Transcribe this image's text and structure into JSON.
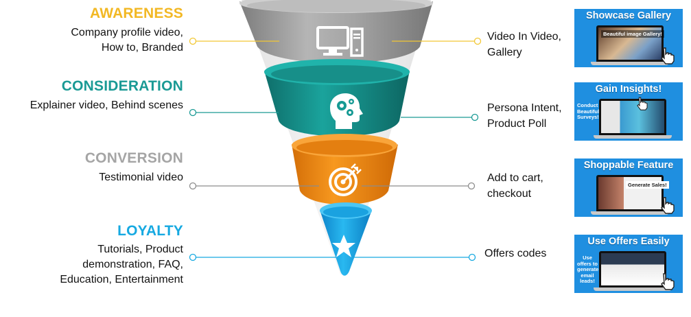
{
  "stages": [
    {
      "key": "awareness",
      "title": "AWARENESS",
      "title_color": "#f2b824",
      "left_text": [
        "Company profile video,",
        "How to,  Branded"
      ],
      "right_text": [
        "Video In Video,",
        "Gallery"
      ],
      "icon": "computer-icon",
      "funnel_color": "#a0a0a0",
      "line_color": "#f2c733",
      "card": {
        "title": "Showcase Gallery",
        "screen_caption": "Beautiful image Gallery!"
      }
    },
    {
      "key": "consideration",
      "title": "CONSIDERATION",
      "title_color": "#1a9a95",
      "left_text": [
        "Explainer video, Behind scenes"
      ],
      "right_text": [
        "Persona Intent,",
        "Product Poll"
      ],
      "icon": "head-gears-icon",
      "funnel_color": "#169a94",
      "line_color": "#1a9a95",
      "card": {
        "title": "Gain Insights!",
        "side_text": "Conduct Beautiful Surveys!"
      }
    },
    {
      "key": "conversion",
      "title": "CONVERSION",
      "title_color": "#a5a5a5",
      "left_text": [
        "Testimonial video"
      ],
      "right_text": [
        "Add to cart,",
        "checkout"
      ],
      "icon": "target-icon",
      "funnel_color": "#f28c1a",
      "line_color": "#8c8c8c",
      "card": {
        "title": "Shoppable Feature",
        "screen_caption": "Generate Sales!"
      }
    },
    {
      "key": "loyalty",
      "title": "LOYALTY",
      "title_color": "#16a9e1",
      "left_text": [
        "Tutorials, Product",
        "demonstration, FAQ,",
        "Education, Entertainment"
      ],
      "right_text": [
        "Offers codes"
      ],
      "icon": "star-icon",
      "funnel_color": "#1ba7e6",
      "line_color": "#16a9e1",
      "card": {
        "title": "Use Offers Easily",
        "side_text": "Use offers to generate email leads!"
      }
    }
  ]
}
